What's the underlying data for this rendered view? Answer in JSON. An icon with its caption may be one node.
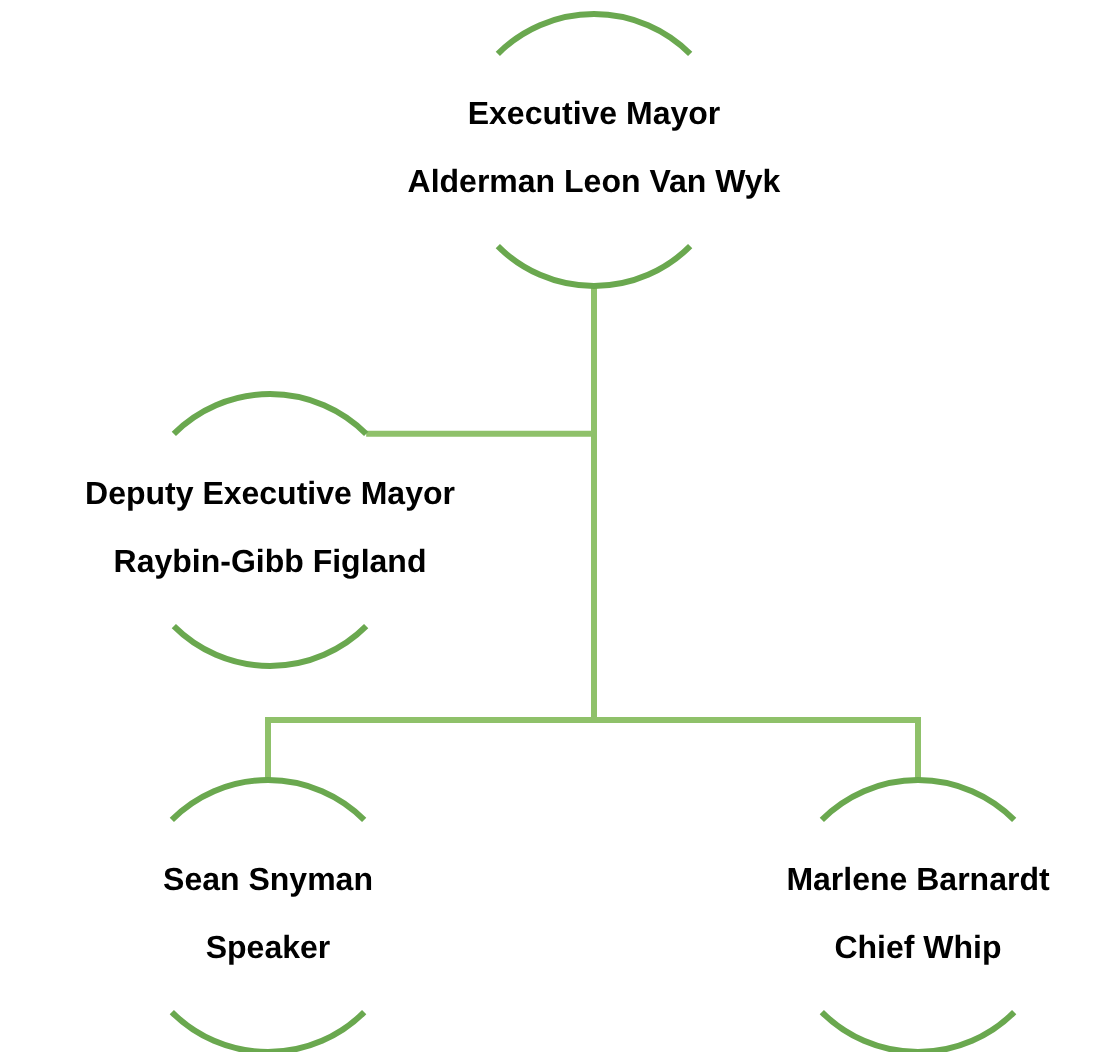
{
  "diagram": {
    "nodes": [
      {
        "text": [
          "Executive Mayor",
          "Alderman Leon Van Wyk"
        ]
      },
      {
        "text": [
          "Deputy Executive Mayor",
          "Raybin-Gibb Figland"
        ]
      },
      {
        "text": [
          "Sean Snyman",
          "Speaker"
        ]
      },
      {
        "text": [
          "Marlene Barnardt",
          "Chief Whip"
        ]
      }
    ],
    "edges": [
      {
        "from": 0,
        "to": 1,
        "arrow": "none"
      },
      {
        "from": 0,
        "to": 2,
        "arrow": "none"
      },
      {
        "from": 0,
        "to": 3,
        "arrow": "none"
      }
    ]
  }
}
